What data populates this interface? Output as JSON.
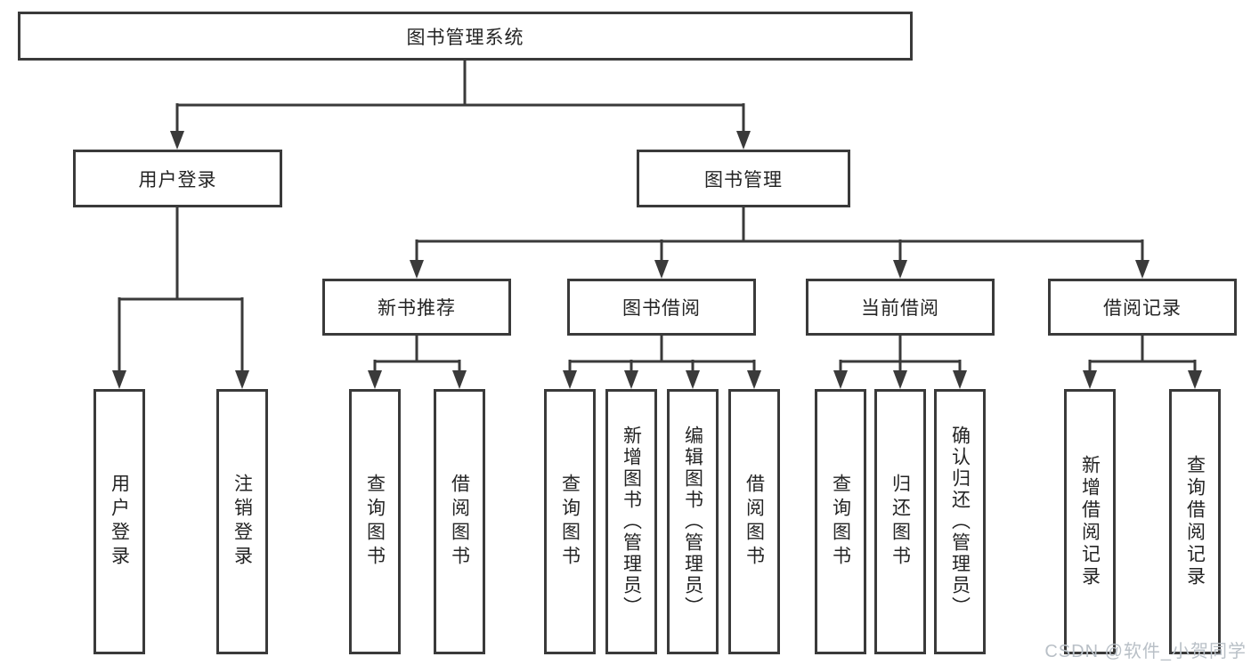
{
  "diagram_type": "hierarchy-tree",
  "tree": {
    "root": {
      "label": "图书管理系统"
    },
    "level2": [
      {
        "id": "user-login",
        "label": "用户登录"
      },
      {
        "id": "book-management",
        "label": "图书管理"
      }
    ],
    "level3": [
      {
        "id": "new-book-recommend",
        "label": "新书推荐"
      },
      {
        "id": "book-borrowing",
        "label": "图书借阅"
      },
      {
        "id": "current-borrowing",
        "label": "当前借阅"
      },
      {
        "id": "borrowing-records",
        "label": "借阅记录"
      }
    ],
    "leaves": [
      {
        "id": "leaf-user-login",
        "parent": "user-login",
        "label": "用户登录"
      },
      {
        "id": "leaf-logout",
        "parent": "user-login",
        "label": "注销登录"
      },
      {
        "id": "leaf-query-books-recommend",
        "parent": "new-book-recommend",
        "label": "查询图书"
      },
      {
        "id": "leaf-borrow-books-recommend",
        "parent": "new-book-recommend",
        "label": "借阅图书"
      },
      {
        "id": "leaf-query-books-borrowing",
        "parent": "book-borrowing",
        "label": "查询图书"
      },
      {
        "id": "leaf-add-books-admin",
        "parent": "book-borrowing",
        "label": "新增图书（管理员）"
      },
      {
        "id": "leaf-edit-books-admin",
        "parent": "book-borrowing",
        "label": "编辑图书（管理员）"
      },
      {
        "id": "leaf-borrow-books-borrowing",
        "parent": "book-borrowing",
        "label": "借阅图书"
      },
      {
        "id": "leaf-query-books-current",
        "parent": "current-borrowing",
        "label": "查询图书"
      },
      {
        "id": "leaf-return-books",
        "parent": "current-borrowing",
        "label": "归还图书"
      },
      {
        "id": "leaf-confirm-return-admin",
        "parent": "current-borrowing",
        "label": "确认归还（管理员）"
      },
      {
        "id": "leaf-add-borrow-record",
        "parent": "borrowing-records",
        "label": "新增借阅记录"
      },
      {
        "id": "leaf-query-borrow-record",
        "parent": "borrowing-records",
        "label": "查询借阅记录"
      }
    ]
  },
  "watermark": "CSDN @软件_小贺同学",
  "colors": {
    "background": "#ffffff",
    "line": "#3a3a3a",
    "box_border": "#3a3a3a",
    "text": "#242424",
    "watermark": "#b9c0c7"
  }
}
